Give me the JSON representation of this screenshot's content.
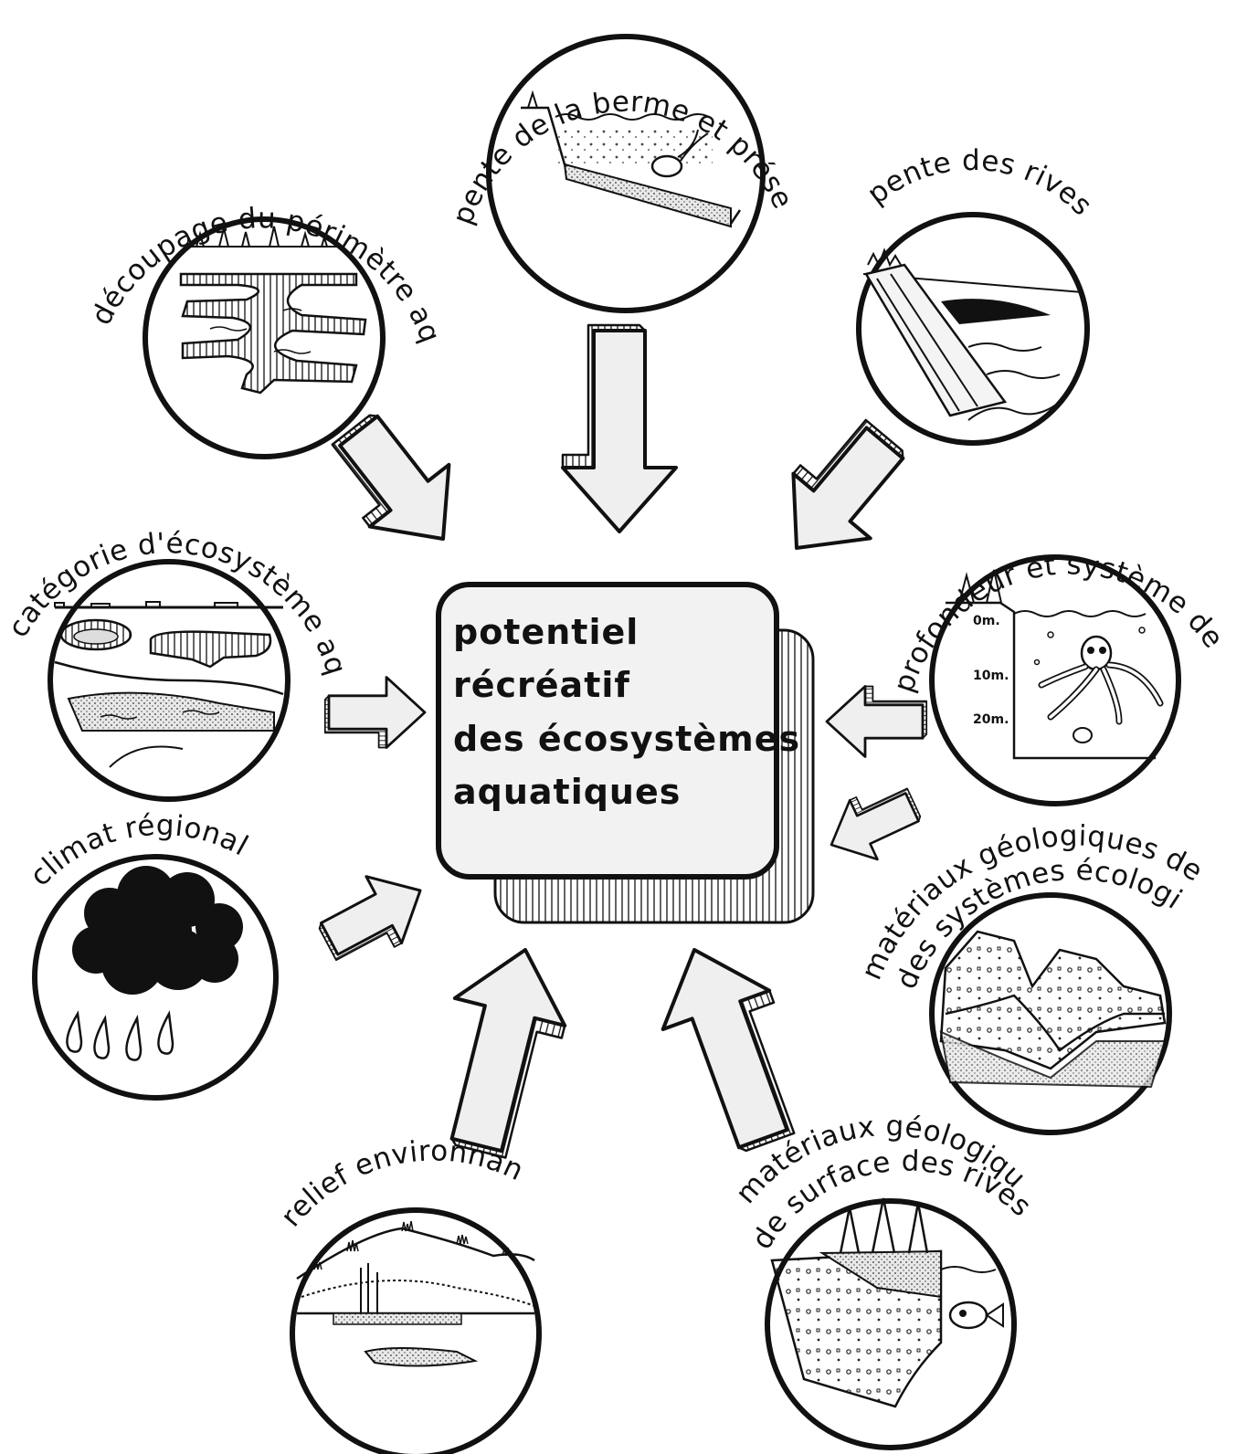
{
  "center": {
    "lines": [
      "potentiel",
      "récréatif",
      "des écosystèmes",
      "aquatiques"
    ]
  },
  "factors": [
    {
      "id": "perimetre",
      "label": "découpage du périmètre aquatique",
      "icon": "shoreline-indentation-icon"
    },
    {
      "id": "berme",
      "label": "pente de la berme et présence de rapides",
      "icon": "berm-slope-icon"
    },
    {
      "id": "rives",
      "label": "pente des rives",
      "icon": "shore-slope-icon"
    },
    {
      "id": "categorie",
      "label": "catégorie d'écosystème aquatique",
      "icon": "ecosystem-category-icon"
    },
    {
      "id": "profondeur",
      "label": "profondeur et système de drainage",
      "icon": "depth-drainage-icon"
    },
    {
      "id": "climat",
      "label": "climat régional",
      "icon": "rain-cloud-icon"
    },
    {
      "id": "materiaux_systemes",
      "label": "matériaux géologiques de surface des systèmes écologiques",
      "icon": "geological-layers-icon"
    },
    {
      "id": "relief",
      "label": "relief environnant",
      "icon": "mountain-relief-icon"
    },
    {
      "id": "materiaux_rives",
      "label": "matériaux géologiques de surface des rives",
      "icon": "shore-geology-icon"
    }
  ],
  "depth_marks": [
    "0m.",
    "10m.",
    "20m."
  ],
  "colors": {
    "ink": "#111111",
    "paper": "#ffffff",
    "shade": "#d9d9d9"
  }
}
